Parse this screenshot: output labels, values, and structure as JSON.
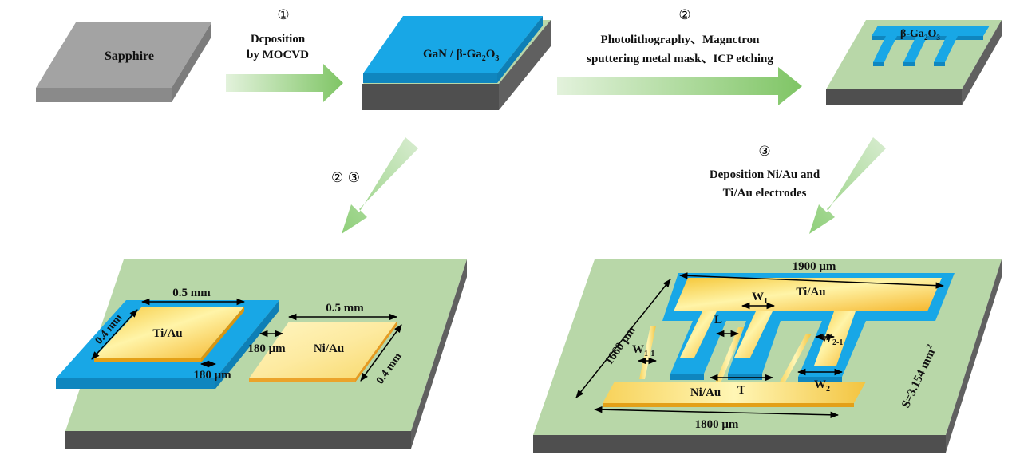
{
  "colors": {
    "sapphire": "#a9a9a9",
    "substrate_top": "#b8d7a8",
    "substrate_side": "#6e6e6e",
    "gan_blue": "#1aa8e8",
    "gold_light": "#fff2a0",
    "gold_dark": "#f2b01e",
    "arrow_green": "#8fcf7a"
  },
  "steps": {
    "s1_num": "①",
    "s1_line1": "Dcposition",
    "s1_line2": "by MOCVD",
    "s2_num": "②",
    "s2_line1": "Photolithography、Magnctron",
    "s2_line2": "sputtering metal mask、ICP etching",
    "s23_num": "② ③",
    "s3_num": "③",
    "s3_line1": "Deposition Ni/Au and",
    "s3_line2": "Ti/Au electrodes"
  },
  "top": {
    "sapphire": "Sapphire",
    "gan": "GaN / β-Ga",
    "gan_sub1": "2",
    "gan_o": "O",
    "gan_sub2": "3",
    "bga": "β-Ga",
    "bga_sub1": "2",
    "bga_o": "O",
    "bga_sub2": "3"
  },
  "left_device": {
    "tiau": "Ti/Au",
    "niau": "Ni/Au",
    "dim_05a": "0.5 mm",
    "dim_04a": "0.4 mm",
    "dim_05b": "0.5 mm",
    "dim_04b": "0.4 mm",
    "gap1": "180 μm",
    "gap2": "180 μm"
  },
  "right_device": {
    "top_dim": "1900 μm",
    "tiau": "Ti/Au",
    "niau": "Ni/Au",
    "w1": "W",
    "w1_sub": "1",
    "l": "L",
    "w21": "W",
    "w21_sub": "2-1",
    "w11": "W",
    "w11_sub": "1-1",
    "w2": "W",
    "w2_sub": "2",
    "t": "T",
    "side_dim": "1660 μm",
    "bottom_dim": "1800 μm",
    "area": "S=3.154 mm",
    "area_sup": "2"
  }
}
